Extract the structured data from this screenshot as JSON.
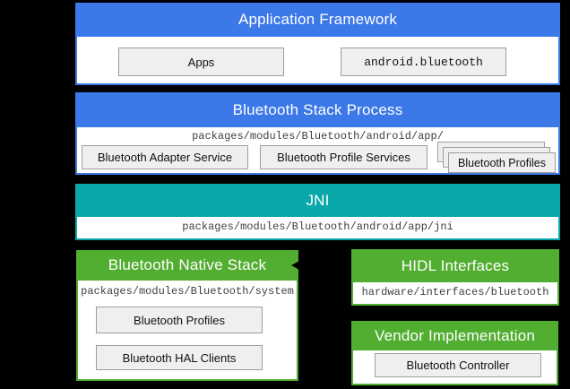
{
  "colors": {
    "background": "#000000",
    "header_blue": "#3b78e8",
    "header_teal": "#0ba8aa",
    "header_green": "#52ae31",
    "box_fill": "#efefef",
    "box_border": "#9e9e9e",
    "path_text": "#404040"
  },
  "sections": {
    "application_framework": {
      "title": "Application Framework",
      "boxes": {
        "apps": "Apps",
        "android_bluetooth": "android.bluetooth"
      }
    },
    "bluetooth_stack_process": {
      "title": "Bluetooth Stack Process",
      "path": "packages/modules/Bluetooth/android/app/",
      "boxes": {
        "adapter_service": "Bluetooth Adapter Service",
        "profile_services": "Bluetooth Profile Services",
        "profiles_stack": "Bluetooth Profiles"
      }
    },
    "jni": {
      "title": "JNI",
      "path": "packages/modules/Bluetooth/android/app/jni"
    },
    "bluetooth_native_stack": {
      "title": "Bluetooth Native Stack",
      "path": "packages/modules/Bluetooth/system",
      "boxes": {
        "profiles": "Bluetooth Profiles",
        "hal_clients": "Bluetooth HAL Clients"
      }
    },
    "hidl_interfaces": {
      "title": "HIDL Interfaces",
      "path": "hardware/interfaces/bluetooth"
    },
    "vendor_implementation": {
      "title": "Vendor Implementation",
      "boxes": {
        "controller": "Bluetooth Controller"
      }
    }
  }
}
